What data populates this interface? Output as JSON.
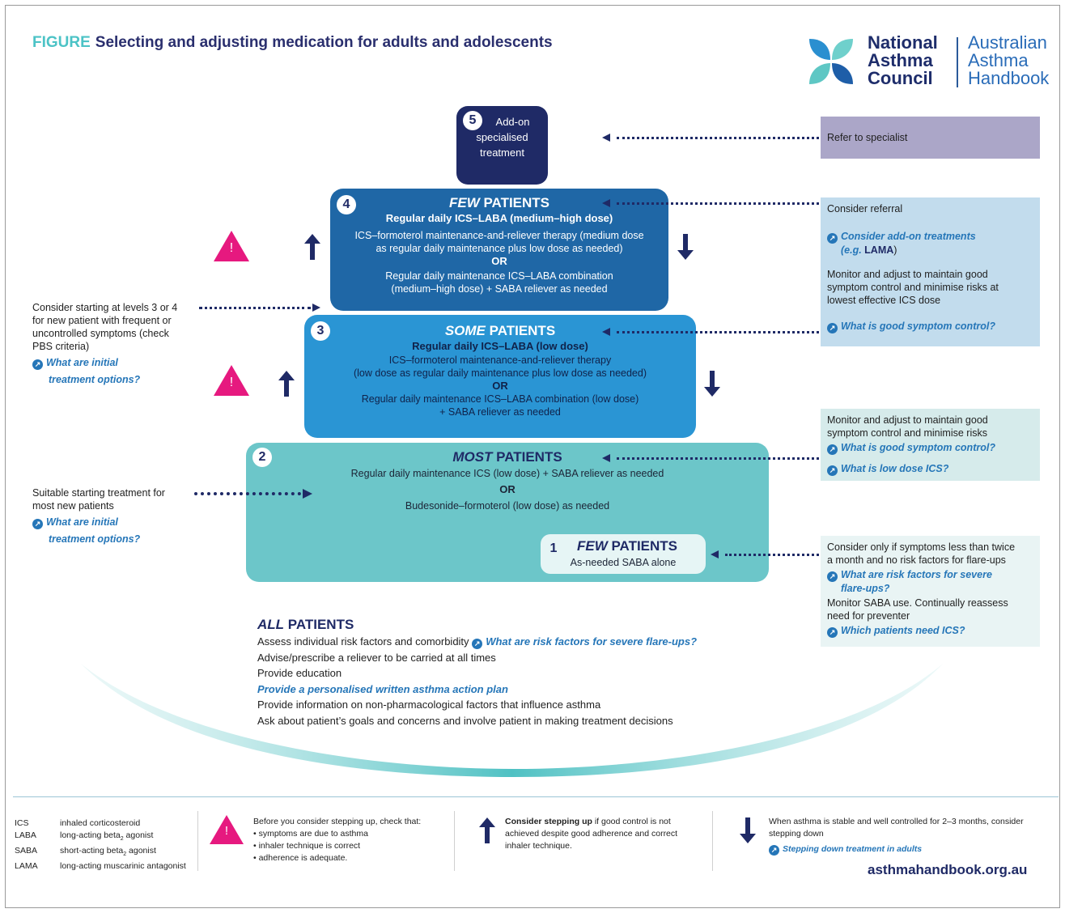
{
  "title": {
    "keyword": "FIGURE",
    "text": "Selecting and adjusting medication for adults and adolescents"
  },
  "logo": {
    "org_lines": [
      "National",
      "Asthma",
      "Council"
    ],
    "handbook_lines": [
      "Australian",
      "Asthma",
      "Handbook"
    ]
  },
  "steps": {
    "s5": {
      "num": "5",
      "l1": "Add-on",
      "l2": "specialised",
      "l3": "treatment"
    },
    "s4": {
      "num": "4",
      "head_em": "FEW",
      "head_rest": " PATIENTS",
      "sub": "Regular daily ICS–LABA (medium–high dose)",
      "a1": "ICS–formoterol maintenance-and-reliever therapy (medium dose",
      "a2": "as regular daily maintenance plus low dose as needed)",
      "or": "OR",
      "b1": "Regular daily maintenance ICS–LABA combination",
      "b2": "(medium–high dose) + SABA reliever as needed"
    },
    "s3": {
      "num": "3",
      "head_em": "SOME",
      "head_rest": " PATIENTS",
      "sub": "Regular daily ICS–LABA (low dose)",
      "a1": "ICS–formoterol maintenance-and-reliever therapy",
      "a2": "(low dose as regular daily maintenance plus low dose as needed)",
      "or": "OR",
      "b1": "Regular daily maintenance ICS–LABA combination (low dose)",
      "b2": "+ SABA reliever as needed"
    },
    "s2": {
      "num": "2",
      "head_em": "MOST",
      "head_rest": " PATIENTS",
      "a1": "Regular daily maintenance ICS (low dose) + SABA reliever as needed",
      "or": "OR",
      "b1": "Budesonide–formoterol (low dose) as needed"
    },
    "s1": {
      "num": "1",
      "head_em": "FEW",
      "head_rest": " PATIENTS",
      "a1": "As-needed SABA alone"
    }
  },
  "right": {
    "spec": "Refer to specialist",
    "s4": {
      "p1": "Consider referral",
      "link1a": "Consider add-on treatments",
      "link1b": "(e.g. ",
      "link1c": "LAMA",
      "link1d": ")",
      "p2a": "Monitor and adjust to maintain good",
      "p2b": "symptom control and minimise risks at",
      "p2c": "lowest effective ICS dose",
      "link2": "What is good symptom control?"
    },
    "s2": {
      "p1a": "Monitor and adjust to maintain good",
      "p1b": "symptom control and minimise risks",
      "link1": "What is good symptom control?",
      "link2": "What is low dose ICS?"
    },
    "s1": {
      "p1a": "Consider only if symptoms less than twice",
      "p1b": "a month and no risk factors for flare-ups",
      "link1a": "What are risk factors for severe",
      "link1b": "flare-ups?",
      "p2a": "Monitor SABA use. Continually reassess",
      "p2b": "need for preventer",
      "link2": "Which patients need ICS?"
    }
  },
  "left": {
    "n1": {
      "l1": "Consider starting at levels 3 or 4",
      "l2": "for new patient with frequent or",
      "l3": "uncontrolled symptoms (check",
      "l4": "PBS criteria)",
      "link_a": "What are initial",
      "link_b": "treatment options?"
    },
    "n2": {
      "l1": "Suitable starting treatment for",
      "l2": "most new patients",
      "link_a": "What are initial",
      "link_b": "treatment options?"
    },
    "warn_glyph": "!"
  },
  "all": {
    "head_em": "ALL",
    "head_rest": " PATIENTS",
    "i1": "Assess individual risk factors and comorbidity",
    "i1_link": "What are risk factors for severe flare-ups?",
    "i2": "Advise/prescribe a reliever to be carried at all times",
    "i3": "Provide education",
    "i4": "Provide a personalised written asthma action plan",
    "i5": "Provide information on non-pharmacological factors that influence asthma",
    "i6": "Ask about patient’s goals and concerns and involve patient in making treatment decisions"
  },
  "legend": {
    "abbr": [
      {
        "k": "ICS",
        "v": "inhaled corticosteroid"
      },
      {
        "k": "LABA",
        "v": "long-acting beta",
        "sub": "2",
        "v2": " agonist"
      },
      {
        "k": "SABA",
        "v": "short-acting beta",
        "sub": "2",
        "v2": " agonist"
      },
      {
        "k": "LAMA",
        "v": "long-acting muscarinic antagonist"
      }
    ],
    "check": {
      "intro": "Before you consider stepping up, check that:",
      "b1": "• symptoms are due to asthma",
      "b2": "• inhaler technique is correct",
      "b3": "• adherence is adequate."
    },
    "up": {
      "bold": "Consider stepping up",
      "rest1": " if good control is not",
      "rest2": "achieved despite good adherence and correct",
      "rest3": "inhaler technique."
    },
    "down": {
      "l1": "When asthma is stable and well controlled for 2–3 months, consider",
      "l2": "stepping down",
      "link": "Stepping down treatment in adults"
    }
  },
  "url": "asthmahandbook.org.au",
  "colors": {
    "navy": "#1f2a66",
    "step4": "#1f67a6",
    "step3": "#2a95d4",
    "step2": "#6cc6c9",
    "link": "#2576b8",
    "warning": "#e6197f",
    "teal_keyword": "#4cc3c6"
  },
  "icons": [
    "link-icon",
    "warning-triangle-icon",
    "step-up-arrow-icon",
    "step-down-arrow-icon"
  ]
}
